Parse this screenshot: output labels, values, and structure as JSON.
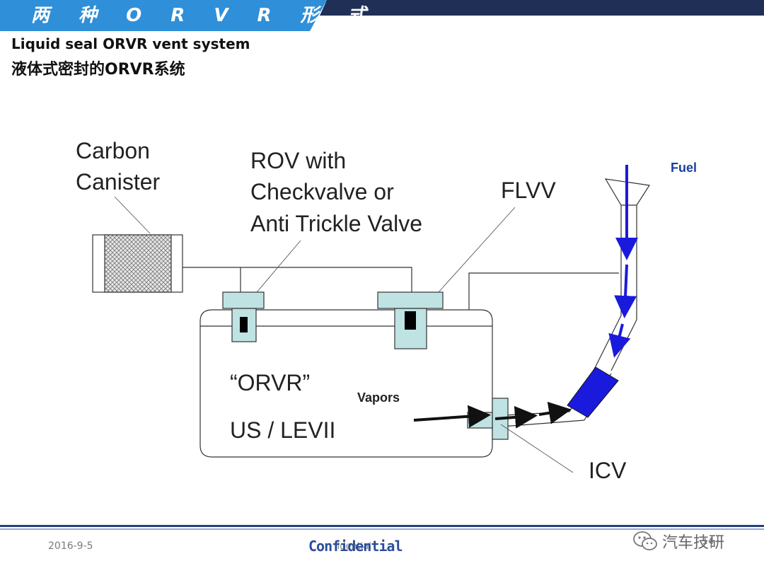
{
  "header": {
    "title": "两 种 O R V R 形 式",
    "colors": {
      "band": "#1f2f56",
      "accent": "#2f8fd8"
    }
  },
  "subtitle": {
    "english": "Liquid seal ORVR vent system",
    "chinese": "液体式密封的ORVR系统"
  },
  "diagram": {
    "labels": {
      "canister": [
        "Carbon",
        "Canister"
      ],
      "rov": [
        "ROV with",
        "Checkvalve or",
        "Anti Trickle Valve"
      ],
      "flvv": "FLVV",
      "fuel": "Fuel",
      "orvr": "“ORVR”",
      "us_levii": "US / LEVII",
      "vapors": "Vapors",
      "icv": "ICV"
    },
    "colors": {
      "valve_fill": "#bfe3e3",
      "fuel_arrow": "#1a1adc",
      "line": "#333333"
    }
  },
  "footer": {
    "date": "2016-9-5",
    "confidential": "Confidential",
    "confidential_ghost": "fidential",
    "watermark": "汽车技研",
    "page_number": "14"
  }
}
